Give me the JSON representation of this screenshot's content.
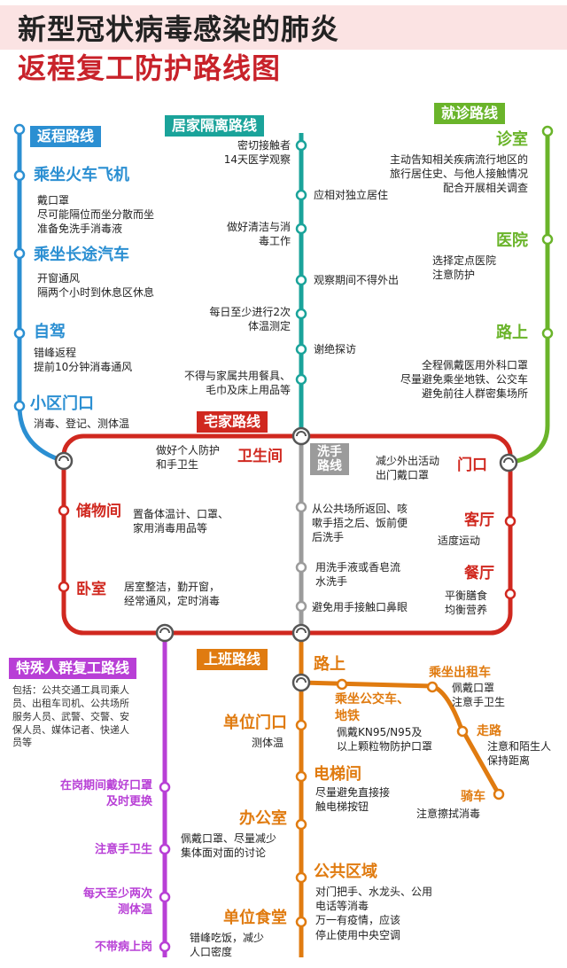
{
  "title": {
    "line1": "新型冠状病毒感染的肺炎",
    "line2": "返程复工防护路线图"
  },
  "colors": {
    "blue": "#2b8fd2",
    "teal": "#1aa39a",
    "green": "#6ab42a",
    "red": "#d0281f",
    "gray": "#9b9b9b",
    "orange": "#e07b10",
    "purple": "#b83fd6"
  },
  "return_route": {
    "label": "返程路线",
    "stations": [
      {
        "name": "乘坐火车飞机",
        "note": "戴口罩\n尽可能隔位而坐分散而坐\n准备免洗手消毒液"
      },
      {
        "name": "乘坐长途汽车",
        "note": "开窗通风\n隔两个小时到休息区休息"
      },
      {
        "name": "自驾",
        "note": "错峰返程\n提前10分钟消毒通风"
      },
      {
        "name": "小区门口",
        "note": "消毒、登记、测体温"
      }
    ]
  },
  "home_isolation": {
    "label": "居家隔离路线",
    "stops": [
      "密切接触者\n14天医学观察",
      "应相对独立居住",
      "做好清洁与消\n毒工作",
      "观察期间不得外出",
      "每日至少进行2次\n体温测定",
      "谢绝探访",
      "不得与家属共用餐具、\n毛巾及床上用品等"
    ]
  },
  "clinic_route": {
    "label": "就诊路线",
    "stations": [
      {
        "name": "诊室",
        "note": "主动告知相关疾病流行地区的\n旅行居住史、与他人接触情况\n配合开展相关调查"
      },
      {
        "name": "医院",
        "note": "选择定点医院\n注意防护"
      },
      {
        "name": "路上",
        "note": "全程佩戴医用外科口罩\n尽量避免乘坐地铁、公交车\n避免前往人群密集场所"
      }
    ]
  },
  "home_route": {
    "label": "宅家路线",
    "bathroom": {
      "name": "卫生间",
      "note": "做好个人防护\n和手卫生"
    },
    "storage": {
      "name": "储物间",
      "note": "置备体温计、口罩、\n家用消毒用品等"
    },
    "bedroom": {
      "name": "卧室",
      "note": "居室整洁，勤开窗，\n经常通风，定时消毒"
    },
    "door": {
      "name": "门口",
      "note": "减少外出活动\n出门戴口罩"
    },
    "living": {
      "name": "客厅",
      "note": "适度运动"
    },
    "dining": {
      "name": "餐厅",
      "note": "平衡膳食\n均衡营养"
    }
  },
  "handwash_route": {
    "label": "洗手\n路线",
    "stops": [
      "从公共场所返回、咳\n嗽手捂之后、饭前便\n后洗手",
      "用洗手液或香皂流\n水洗手",
      "避免用手接触口鼻眼"
    ]
  },
  "special_route": {
    "label": "特殊人群复工路线",
    "intro": "包括：公共交通工具司乘人\n员、出租车司机、公共场所\n服务人员、武警、交警、安\n保人员、媒体记者、快递人\n员等",
    "stops": [
      "在岗期间戴好口罩\n及时更换",
      "注意手卫生",
      "每天至少两次\n测体温",
      "不带病上岗"
    ]
  },
  "work_route": {
    "label": "上班路线",
    "left_stations": [
      {
        "name": "单位门口",
        "note": "测体温"
      },
      {
        "name": "办公室",
        "note": "佩戴口罩、尽量减少\n集体面对面的讨论"
      },
      {
        "name": "单位食堂",
        "note": "错峰吃饭，减少\n人口密度"
      }
    ],
    "right_stations": [
      {
        "name": "路上",
        "note": ""
      },
      {
        "name": "电梯间",
        "note": "尽量避免直接接\n触电梯按钮"
      },
      {
        "name": "公共区域",
        "note": "对门把手、水龙头、公用\n电话等消毒\n万一有疫情，应该\n停止使用中央空调"
      }
    ],
    "branch": {
      "bus": {
        "name": "乘坐公交车、\n地铁",
        "note": "佩戴KN95/N95及\n以上颗粒物防护口罩"
      },
      "taxi": {
        "name": "乘坐出租车",
        "note": "佩戴口罩\n注意手卫生"
      },
      "walk": {
        "name": "走路",
        "note": "注意和陌生人\n保持距离"
      },
      "bike": {
        "name": "骑车",
        "note": "注意擦拭消毒"
      }
    }
  }
}
